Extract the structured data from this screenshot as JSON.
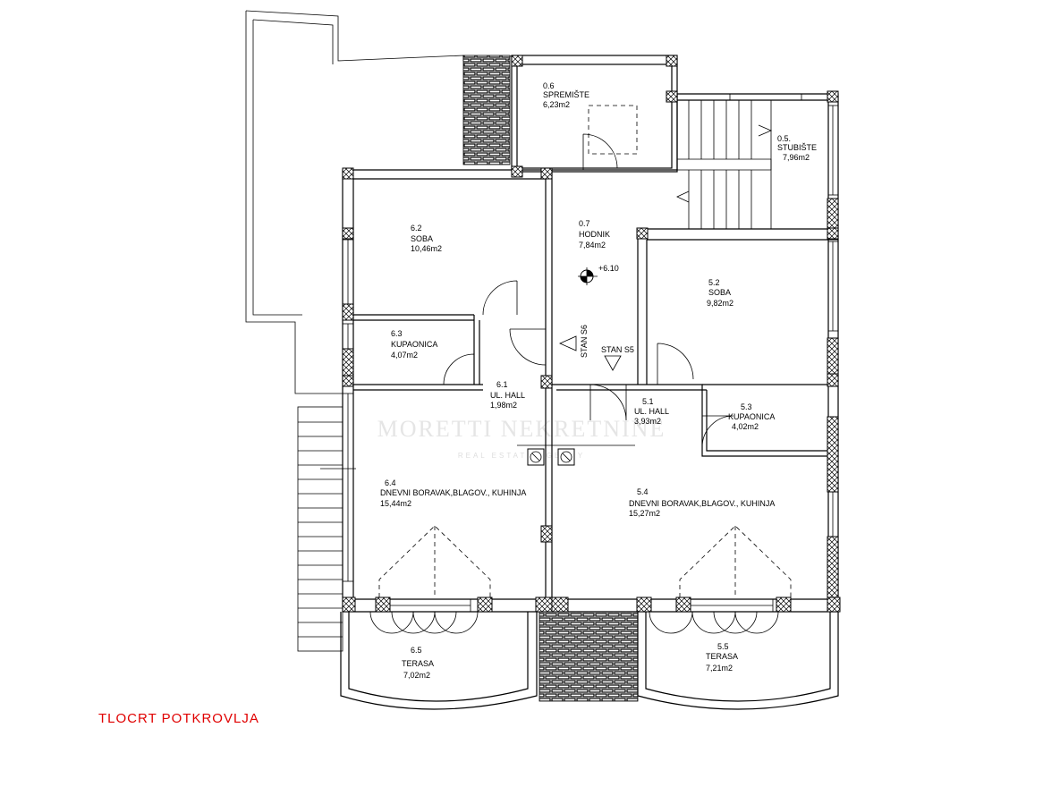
{
  "title": "TLOCRT POTKROVLJA",
  "watermark": {
    "name": "MORETTI NEKRETNINE",
    "tagline": "REAL ESTATE AGENCY"
  },
  "colors": {
    "title": "#e00000",
    "lines": "#000000",
    "watermark": "#d0d0d0"
  },
  "level_marker": "+6.10",
  "unit_labels": {
    "s6": "STAN S6",
    "s5": "STAN S5"
  },
  "rooms": {
    "r06": {
      "num": "0.6",
      "name": "SPREMIŠTE",
      "area": "6,23m2"
    },
    "r05": {
      "num": "0.5.",
      "name": "STUBIŠTE",
      "area": "7,96m2"
    },
    "r07": {
      "num": "0.7",
      "name": "HODNIK",
      "area": "7,84m2"
    },
    "r62": {
      "num": "6.2",
      "name": "SOBA",
      "area": "10,46m2"
    },
    "r52": {
      "num": "5.2",
      "name": "SOBA",
      "area": "9,82m2"
    },
    "r63": {
      "num": "6.3",
      "name": "KUPAONICA",
      "area": "4,07m2"
    },
    "r61": {
      "num": "6.1",
      "name": "UL. HALL",
      "area": "1,98m2"
    },
    "r51": {
      "num": "5.1",
      "name": "UL. HALL",
      "area": "3,93m2"
    },
    "r53": {
      "num": "5.3",
      "name": "KUPAONICA",
      "area": "4,02m2"
    },
    "r64": {
      "num": "6.4",
      "name": "DNEVNI BORAVAK,BLAGOV., KUHINJA",
      "area": "15,44m2"
    },
    "r54": {
      "num": "5.4",
      "name": "DNEVNI BORAVAK,BLAGOV., KUHINJA",
      "area": "15,27m2"
    },
    "r65": {
      "num": "6.5",
      "name": "TERASA",
      "area": "7,02m2"
    },
    "r55": {
      "num": "5.5",
      "name": "TERASA",
      "area": "7,21m2"
    }
  }
}
